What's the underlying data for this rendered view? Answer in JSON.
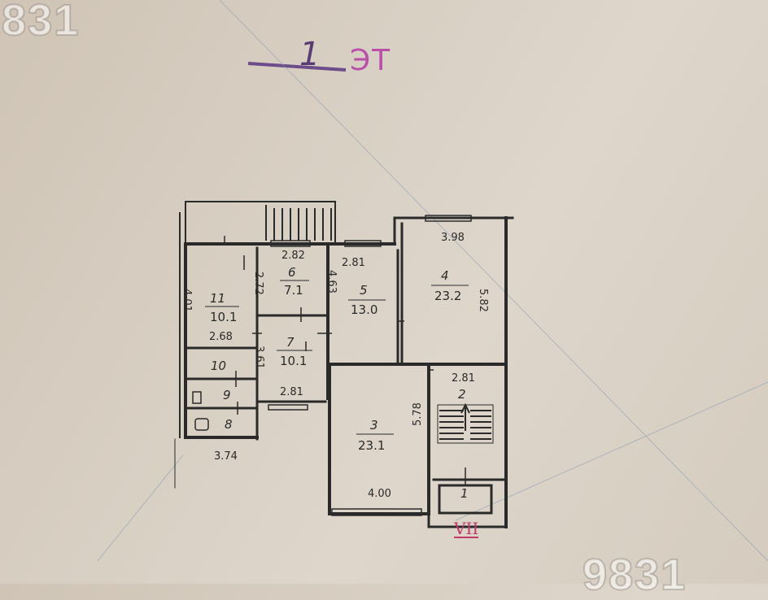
{
  "watermarks": {
    "top_left": "831",
    "bottom_right": "9831"
  },
  "floor": {
    "number": "1",
    "label": "ЭТ"
  },
  "section_mark": "VII",
  "rooms": [
    {
      "num": "1",
      "area": ""
    },
    {
      "num": "2",
      "area": ""
    },
    {
      "num": "3",
      "area": "23.1"
    },
    {
      "num": "4",
      "area": "23.2"
    },
    {
      "num": "5",
      "area": "13.0"
    },
    {
      "num": "6",
      "area": "7.1"
    },
    {
      "num": "7",
      "area": "10.1"
    },
    {
      "num": "8",
      "area": ""
    },
    {
      "num": "9",
      "area": ""
    },
    {
      "num": "10",
      "area": ""
    },
    {
      "num": "11",
      "area": "10.1"
    }
  ],
  "dimensions": {
    "r4_width": "3.98",
    "r4_length": "5.82",
    "r5_width": "2.81",
    "r5_length": "4.63",
    "r6_width": "2.82",
    "r6_length": "2.72",
    "r11_length": "4.01",
    "r11_width": "2.68",
    "r7_length": "3.61",
    "r7_width": "2.81",
    "r3_length": "5.78",
    "r3_width": "4.00",
    "r2_width": "2.81",
    "bottom_left": "3.74"
  },
  "colors": {
    "ink": "#2a2a2a",
    "stamp_purple": "#5b3b74",
    "stamp_pink": "#c03a6a"
  }
}
